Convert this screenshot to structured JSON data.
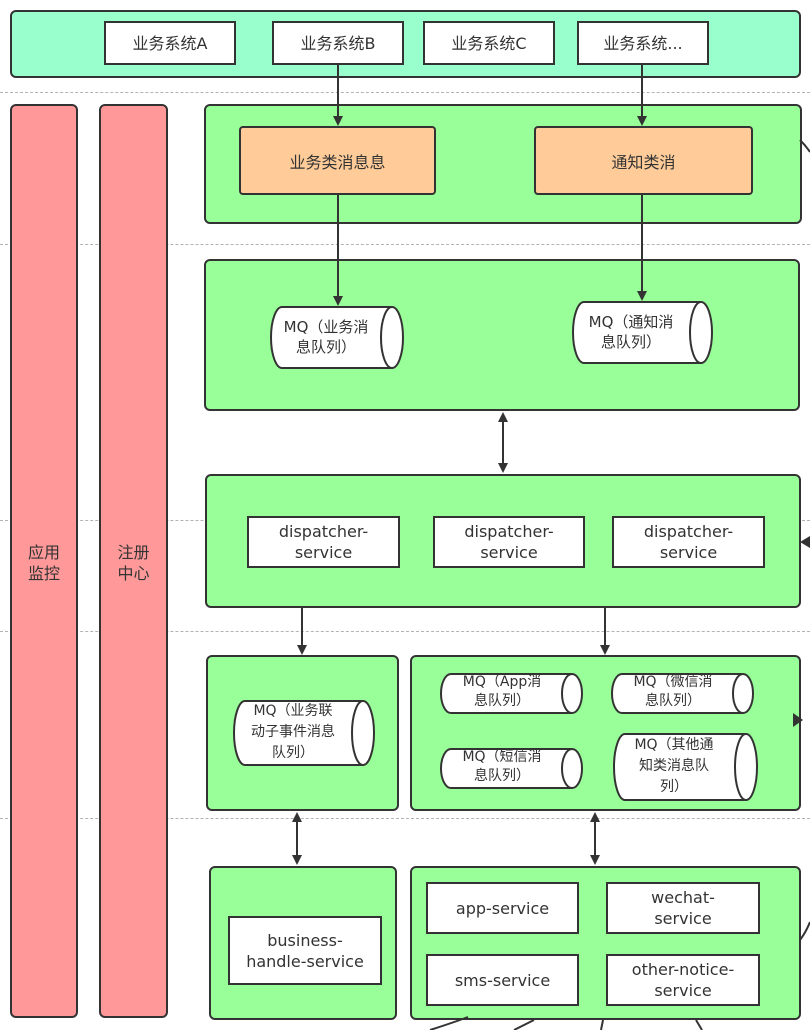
{
  "top_systems": [
    "业务系统A",
    "业务系统B",
    "业务系统C",
    "业务系统..."
  ],
  "side": {
    "monitor": [
      "应用",
      "监控"
    ],
    "registry": [
      "注册",
      "中心"
    ]
  },
  "producers": {
    "business": "业务类消息息",
    "notice": "通知类消"
  },
  "queues_top": {
    "business": [
      "MQ（业务消",
      "息队列）"
    ],
    "notice": [
      "MQ（通知消",
      "息队列）"
    ]
  },
  "dispatchers": [
    [
      "dispatcher-",
      "service"
    ],
    [
      "dispatcher-",
      "service"
    ],
    [
      "dispatcher-",
      "service"
    ]
  ],
  "queues_mid": {
    "linkage": [
      "MQ（业务联",
      "动子事件消息",
      "队列）"
    ],
    "app": [
      "MQ（App消",
      "息队列）"
    ],
    "wechat": [
      "MQ（微信消",
      "息队列）"
    ],
    "sms": [
      "MQ（短信消",
      "息队列）"
    ],
    "other": [
      "MQ（其他通",
      "知类消息队",
      "列）"
    ]
  },
  "services": {
    "business_handle": [
      "business-",
      "handle-service"
    ],
    "app": "app-service",
    "wechat": [
      "wechat-",
      "service"
    ],
    "sms": "sms-service",
    "other": [
      "other-notice-",
      "service"
    ]
  },
  "colors": {
    "region_green": "#99ff99",
    "top_bar": "#99ffcc",
    "side_red": "#ff9999",
    "producer_orange": "#ffcc99",
    "stroke": "#333333"
  }
}
